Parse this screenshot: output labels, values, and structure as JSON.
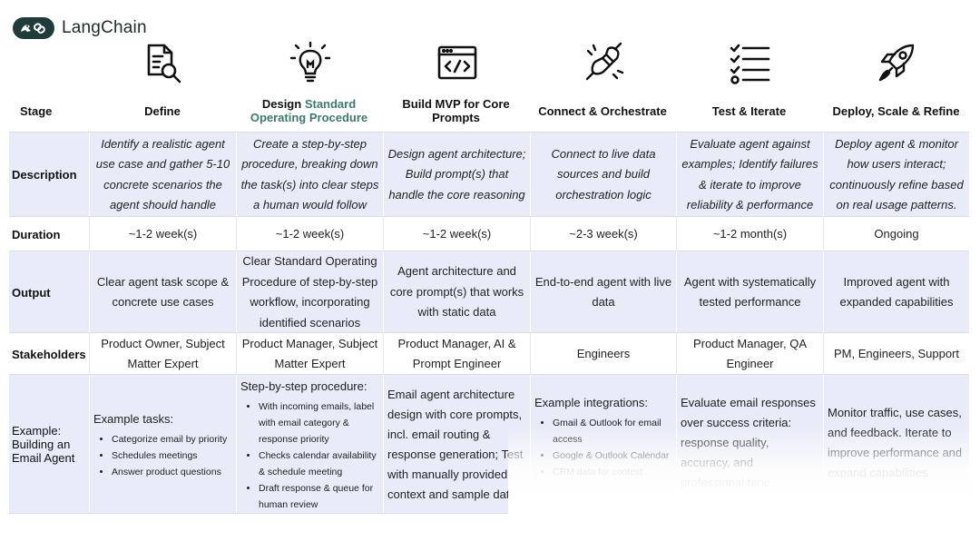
{
  "brand": {
    "name": "LangChain",
    "logo_icon": "parrot-link-icon",
    "color": "#1f3b3c"
  },
  "accent_color": "#3b7a72",
  "stage_header": "Stage",
  "stages": [
    {
      "icon": "document-search-icon",
      "plain_before": "",
      "highlight": "",
      "plain_after": "Define"
    },
    {
      "icon": "lightbulb-icon",
      "plain_before": "Design ",
      "highlight": "Standard Operating Procedure",
      "plain_after": ""
    },
    {
      "icon": "code-window-icon",
      "plain_before": "Build MVP for Core Prompts",
      "highlight": "",
      "plain_after": ""
    },
    {
      "icon": "plug-connect-icon",
      "plain_before": "Connect & Orchestrate",
      "highlight": "",
      "plain_after": ""
    },
    {
      "icon": "checklist-icon",
      "plain_before": "Test & Iterate",
      "highlight": "",
      "plain_after": ""
    },
    {
      "icon": "rocket-icon",
      "plain_before": "Deploy, Scale & Refine",
      "highlight": "",
      "plain_after": ""
    }
  ],
  "rows": {
    "description": {
      "label": "Description",
      "cells": [
        "Identify a realistic agent use case and gather 5-10 concrete scenarios the agent should handle",
        "Create a step-by-step procedure, breaking down the task(s) into clear steps a human would follow",
        "Design agent architecture; Build prompt(s) that handle the core reasoning",
        "Connect to live data sources and build orchestration logic",
        "Evaluate agent against examples; Identify failures & iterate to improve reliability & performance",
        "Deploy agent & monitor how users interact; continuously refine based on real usage patterns."
      ]
    },
    "duration": {
      "label": "Duration",
      "cells": [
        "~1-2 week(s)",
        "~1-2 week(s)",
        "~1-2 week(s)",
        "~2-3 week(s)",
        "~1-2 month(s)",
        "Ongoing"
      ]
    },
    "output": {
      "label": "Output",
      "cells": [
        "Clear agent task scope & concrete use cases",
        "Clear Standard Operating Procedure of step-by-step workflow, incorporating identified scenarios",
        "Agent architecture and core prompt(s) that works with static data",
        "End-to-end agent with live data",
        "Agent with systematically tested performance",
        "Improved agent with expanded capabilities"
      ]
    },
    "stakeholders": {
      "label": "Stakeholders",
      "cells": [
        "Product Owner, Subject Matter Expert",
        "Product Manager, Subject Matter Expert",
        "Product Manager, AI & Prompt Engineer",
        "Engineers",
        "Product Manager, QA Engineer",
        "PM, Engineers, Support"
      ]
    },
    "example": {
      "label": "Example: Building an Email Agent",
      "cells": [
        {
          "intro": "Example tasks:",
          "items": [
            "Categorize email by priority",
            "Schedules meetings",
            "Answer product questions"
          ]
        },
        {
          "intro": "Step-by-step procedure:",
          "items": [
            "With incoming emails, label with email category & response priority",
            "Checks calendar availability & schedule meeting",
            "Draft response & queue for human review"
          ]
        },
        {
          "intro": "Email agent architecture design with core prompts, incl. email routing & response generation; Test with manually provided context and sample data",
          "items": []
        },
        {
          "intro": "Example integrations:",
          "items": [
            "Gmail & Outlook for email access",
            "Google & Outlook Calendar",
            "CRM data for context"
          ]
        },
        {
          "intro": "Evaluate email responses over success criteria: response quality, accuracy, and professional tone",
          "items": []
        },
        {
          "intro": "Monitor traffic, use cases, and feedback. Iterate to improve performance and expand capabilities",
          "items": []
        }
      ]
    }
  }
}
